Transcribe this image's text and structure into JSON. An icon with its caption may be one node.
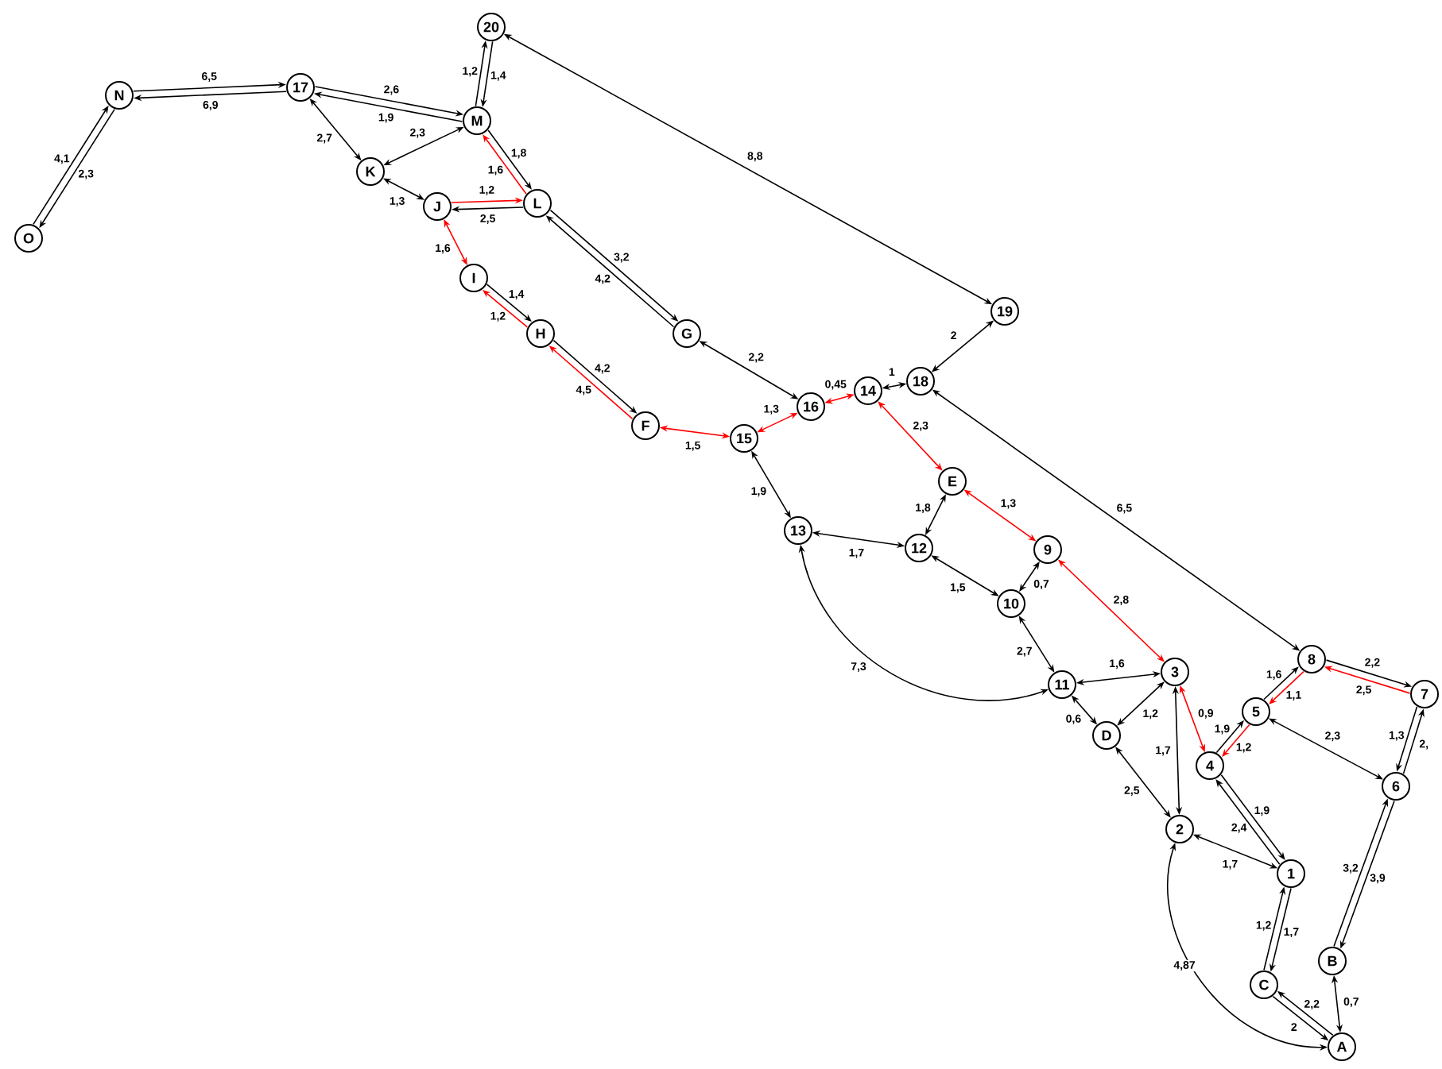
{
  "diagram": {
    "nodes": [
      {
        "text": [
          "20"
        ]
      },
      {
        "text": [
          "N"
        ]
      },
      {
        "text": [
          "17"
        ]
      },
      {
        "text": [
          "M"
        ]
      },
      {
        "text": [
          "K"
        ]
      },
      {
        "text": [
          "J"
        ]
      },
      {
        "text": [
          "L"
        ]
      },
      {
        "text": [
          "O"
        ]
      },
      {
        "text": [
          "I"
        ]
      },
      {
        "text": [
          "H"
        ]
      },
      {
        "text": [
          "G"
        ]
      },
      {
        "text": [
          "19"
        ]
      },
      {
        "text": [
          "F"
        ]
      },
      {
        "text": [
          "18"
        ]
      },
      {
        "text": [
          "14"
        ]
      },
      {
        "text": [
          "16"
        ]
      },
      {
        "text": [
          "15"
        ]
      },
      {
        "text": [
          "E"
        ]
      },
      {
        "text": [
          "13"
        ]
      },
      {
        "text": [
          "12"
        ]
      },
      {
        "text": [
          "9"
        ]
      },
      {
        "text": [
          "10"
        ]
      },
      {
        "text": [
          "8"
        ]
      },
      {
        "text": [
          "11"
        ]
      },
      {
        "text": [
          "3"
        ]
      },
      {
        "text": [
          "7"
        ]
      },
      {
        "text": [
          "5"
        ]
      },
      {
        "text": [
          "D"
        ]
      },
      {
        "text": [
          "4"
        ]
      },
      {
        "text": [
          "6"
        ]
      },
      {
        "text": [
          "2"
        ]
      },
      {
        "text": [
          "1"
        ]
      },
      {
        "text": [
          "B"
        ]
      },
      {
        "text": [
          "C"
        ]
      },
      {
        "text": [
          "A"
        ]
      }
    ],
    "edges": [
      {
        "from": 7,
        "to": 1,
        "arrow": "to",
        "label": "4,1"
      },
      {
        "from": 1,
        "to": 7,
        "arrow": "to",
        "label": "2,3"
      },
      {
        "from": 1,
        "to": 2,
        "arrow": "to",
        "label": "6,5"
      },
      {
        "from": 2,
        "to": 1,
        "arrow": "to",
        "label": "6,9"
      },
      {
        "from": 2,
        "to": 3,
        "arrow": "to",
        "label": "2,6"
      },
      {
        "from": 3,
        "to": 2,
        "arrow": "to",
        "label": "1,9"
      },
      {
        "from": 2,
        "to": 4,
        "arrow": "both",
        "label": "2,7"
      },
      {
        "from": 4,
        "to": 3,
        "arrow": "both",
        "label": "2,3"
      },
      {
        "from": 3,
        "to": 0,
        "arrow": "to",
        "label": "1,2"
      },
      {
        "from": 0,
        "to": 3,
        "arrow": "to",
        "label": "1,4"
      },
      {
        "from": 3,
        "to": 6,
        "arrow": "to",
        "label": "1,8"
      },
      {
        "from": 6,
        "to": 3,
        "arrow": "to",
        "label": "1,6",
        "color": "#ff0000"
      },
      {
        "from": 4,
        "to": 5,
        "arrow": "both",
        "label": "1,3"
      },
      {
        "from": 5,
        "to": 6,
        "arrow": "to",
        "label": "1,2",
        "color": "#ff0000"
      },
      {
        "from": 6,
        "to": 5,
        "arrow": "to",
        "label": "2,5"
      },
      {
        "from": 5,
        "to": 8,
        "arrow": "both",
        "label": "1,6",
        "color": "#ff0000"
      },
      {
        "from": 8,
        "to": 9,
        "arrow": "to",
        "label": "1,4"
      },
      {
        "from": 9,
        "to": 8,
        "arrow": "to",
        "label": "1,2",
        "color": "#ff0000"
      },
      {
        "from": 6,
        "to": 10,
        "arrow": "to",
        "label": "3,2"
      },
      {
        "from": 10,
        "to": 6,
        "arrow": "to",
        "label": "4,2"
      },
      {
        "from": 9,
        "to": 12,
        "arrow": "to",
        "label": "4,2"
      },
      {
        "from": 12,
        "to": 9,
        "arrow": "to",
        "label": "4,5",
        "color": "#ff0000"
      },
      {
        "from": 10,
        "to": 15,
        "arrow": "both",
        "label": "2,2"
      },
      {
        "from": 0,
        "to": 11,
        "arrow": "both",
        "label": "8,8"
      },
      {
        "from": 12,
        "to": 16,
        "arrow": "both",
        "label": "1,5",
        "color": "#ff0000"
      },
      {
        "from": 16,
        "to": 15,
        "arrow": "both",
        "label": "1,3",
        "color": "#ff0000"
      },
      {
        "from": 15,
        "to": 14,
        "arrow": "both",
        "label": "0,45",
        "color": "#ff0000"
      },
      {
        "from": 14,
        "to": 13,
        "arrow": "both",
        "label": "1"
      },
      {
        "from": 13,
        "to": 11,
        "arrow": "both",
        "label": "2"
      },
      {
        "from": 14,
        "to": 17,
        "arrow": "both",
        "label": "2,3",
        "color": "#ff0000"
      },
      {
        "from": 13,
        "to": 22,
        "arrow": "both",
        "label": "6,5"
      },
      {
        "from": 16,
        "to": 18,
        "arrow": "both",
        "label": "1,9"
      },
      {
        "from": 18,
        "to": 19,
        "arrow": "both",
        "label": "1,7"
      },
      {
        "from": 19,
        "to": 17,
        "arrow": "both",
        "label": "1,8"
      },
      {
        "from": 17,
        "to": 20,
        "arrow": "both",
        "label": "1,3",
        "color": "#ff0000"
      },
      {
        "from": 19,
        "to": 21,
        "arrow": "both",
        "label": "1,5"
      },
      {
        "from": 21,
        "to": 20,
        "arrow": "both",
        "label": "0,7"
      },
      {
        "from": 20,
        "to": 24,
        "arrow": "both",
        "label": "2,8",
        "color": "#ff0000"
      },
      {
        "from": 21,
        "to": 23,
        "arrow": "both",
        "label": "2,7"
      },
      {
        "from": 18,
        "to": 23,
        "arrow": "both",
        "label": "7,3"
      },
      {
        "from": 23,
        "to": 24,
        "arrow": "both",
        "label": "1,6"
      },
      {
        "from": 23,
        "to": 27,
        "arrow": "both",
        "label": "0,6"
      },
      {
        "from": 24,
        "to": 27,
        "arrow": "both",
        "label": "1,2"
      },
      {
        "from": 24,
        "to": 30,
        "arrow": "both",
        "label": "1,7"
      },
      {
        "from": 27,
        "to": 30,
        "arrow": "both",
        "label": "2,5"
      },
      {
        "from": 24,
        "to": 28,
        "arrow": "both",
        "label": "0,9",
        "color": "#ff0000"
      },
      {
        "from": 28,
        "to": 26,
        "arrow": "to",
        "label": "1,9"
      },
      {
        "from": 26,
        "to": 28,
        "arrow": "to",
        "label": "1,2",
        "color": "#ff0000"
      },
      {
        "from": 26,
        "to": 22,
        "arrow": "to",
        "label": "1,6"
      },
      {
        "from": 22,
        "to": 26,
        "arrow": "to",
        "label": "1,1",
        "color": "#ff0000"
      },
      {
        "from": 22,
        "to": 25,
        "arrow": "to",
        "label": "2,2"
      },
      {
        "from": 25,
        "to": 22,
        "arrow": "to",
        "label": "2,5",
        "color": "#ff0000"
      },
      {
        "from": 26,
        "to": 29,
        "arrow": "both",
        "label": "2,3"
      },
      {
        "from": 25,
        "to": 29,
        "arrow": "to",
        "label": "1,3"
      },
      {
        "from": 29,
        "to": 25,
        "arrow": "to",
        "label": "2,"
      },
      {
        "from": 31,
        "to": 28,
        "arrow": "to",
        "label": "2,4"
      },
      {
        "from": 28,
        "to": 31,
        "arrow": "to",
        "label": "1,9"
      },
      {
        "from": 30,
        "to": 31,
        "arrow": "both",
        "label": "1,7"
      },
      {
        "from": 33,
        "to": 31,
        "arrow": "to",
        "label": "1,2"
      },
      {
        "from": 31,
        "to": 33,
        "arrow": "to",
        "label": "1,7"
      },
      {
        "from": 34,
        "to": 33,
        "arrow": "to",
        "label": "2,2"
      },
      {
        "from": 33,
        "to": 34,
        "arrow": "to",
        "label": "2"
      },
      {
        "from": 32,
        "to": 29,
        "arrow": "to",
        "label": "3,2"
      },
      {
        "from": 29,
        "to": 32,
        "arrow": "to",
        "label": "3,9"
      },
      {
        "from": 32,
        "to": 34,
        "arrow": "both",
        "label": "0,7"
      },
      {
        "from": 30,
        "to": 34,
        "arrow": "both",
        "label": "4,87"
      }
    ]
  }
}
